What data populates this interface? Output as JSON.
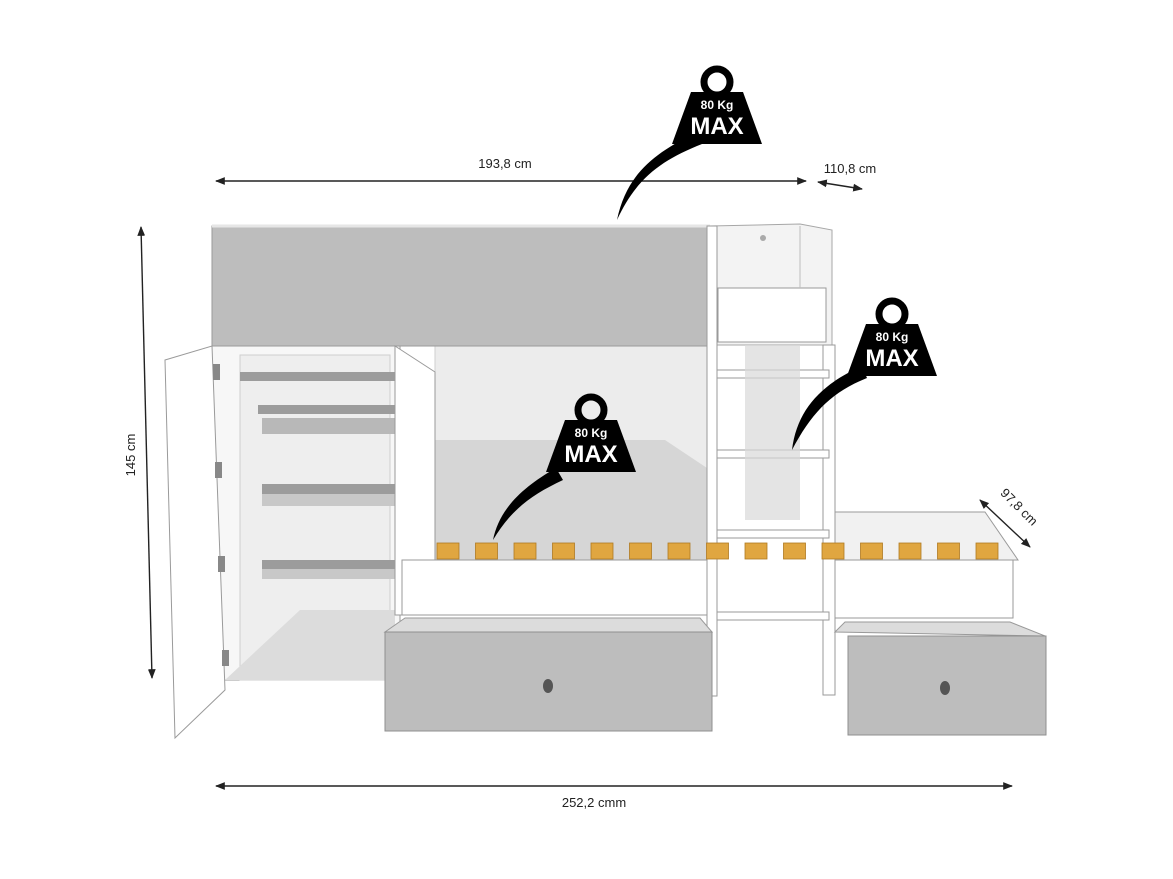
{
  "dimensions": {
    "top_width": "193,8 cm",
    "depth": "110,8 cm",
    "height": "145 cm",
    "trundle_depth": "97,8 cm",
    "total_width": "252,2 cmm"
  },
  "weight_badges": [
    {
      "capacity": "80 Kg",
      "label": "MAX"
    },
    {
      "capacity": "80 Kg",
      "label": "MAX"
    },
    {
      "capacity": "80 Kg",
      "label": "MAX"
    }
  ],
  "colors": {
    "panel_grey": "#bdbdbd",
    "dark_grey": "#8f8f8f",
    "panel_white": "#ffffff",
    "outline": "#9a9a9a",
    "slat": "#e0a640",
    "badge": "#000000",
    "line": "#222222"
  }
}
